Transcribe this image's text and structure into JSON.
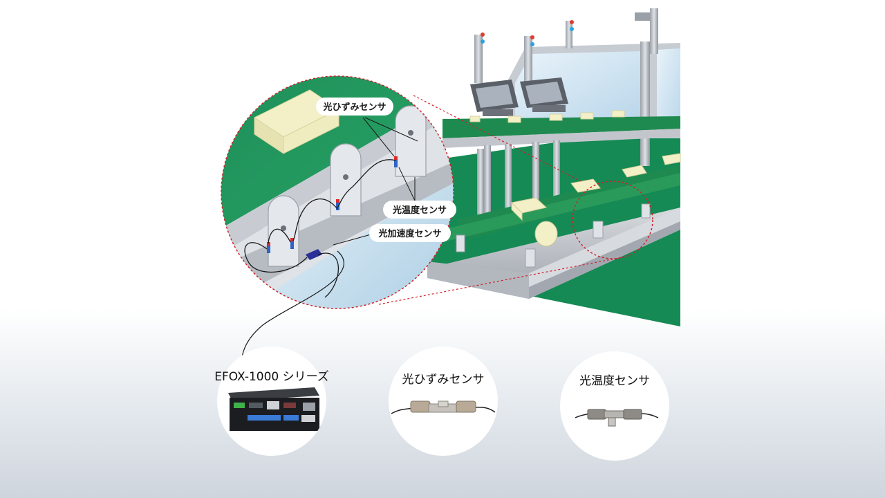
{
  "callouts": {
    "strain": "光ひずみセンサ",
    "temperature": "光温度センサ",
    "acceleration": "光加速度センサ"
  },
  "products": [
    {
      "title": "EFOX-1000 シリーズ"
    },
    {
      "title": "光ひずみセンサ"
    },
    {
      "title": "光温度センサ"
    }
  ],
  "colors": {
    "belt_green": "#1f8a4f",
    "floor_green": "#168a55",
    "frame_gray": "#b8bcc4",
    "zoom_outline": "#d0202a",
    "package": "#f3f0c8"
  }
}
